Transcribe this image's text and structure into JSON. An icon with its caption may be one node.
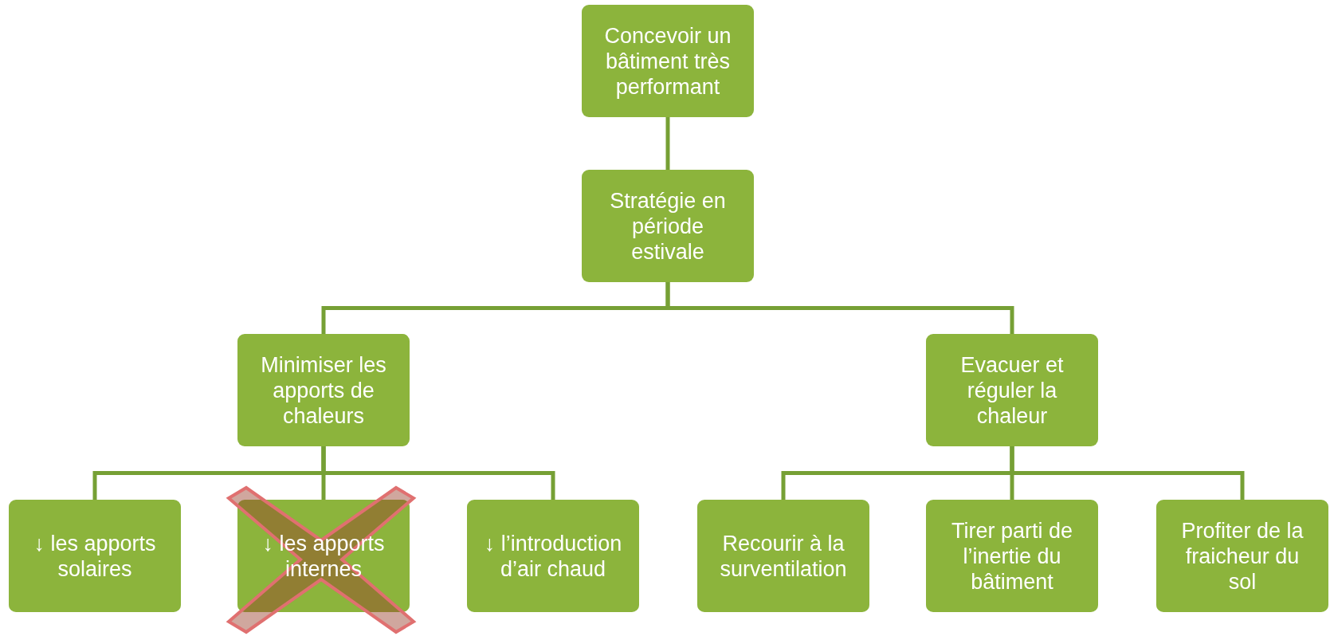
{
  "diagram": {
    "nodes": [
      {
        "text": [
          "Concevoir un bâtiment très performant"
        ]
      },
      {
        "text": [
          "Stratégie en période estivale"
        ]
      },
      {
        "text": [
          "Minimiser les apports de chaleurs"
        ]
      },
      {
        "text": [
          "Evacuer et réguler la chaleur"
        ]
      },
      {
        "text": [
          "↓ les apports solaires"
        ]
      },
      {
        "text": [
          "↓ les apports internes"
        ]
      },
      {
        "text": [
          "↓ l’introduction d’air chaud"
        ]
      },
      {
        "text": [
          "Recourir à la surventilation"
        ]
      },
      {
        "text": [
          "Tirer parti de l’inertie du bâtiment"
        ]
      },
      {
        "text": [
          "Profiter de la fraicheur du sol"
        ]
      }
    ],
    "edges": [
      {
        "from": 0,
        "to": 1,
        "arrow": "none"
      },
      {
        "from": 1,
        "to": 2,
        "arrow": "none"
      },
      {
        "from": 1,
        "to": 3,
        "arrow": "none"
      },
      {
        "from": 2,
        "to": 4,
        "arrow": "none"
      },
      {
        "from": 2,
        "to": 5,
        "arrow": "none"
      },
      {
        "from": 2,
        "to": 6,
        "arrow": "none"
      },
      {
        "from": 3,
        "to": 7,
        "arrow": "none"
      },
      {
        "from": 3,
        "to": 8,
        "arrow": "none"
      },
      {
        "from": 3,
        "to": 9,
        "arrow": "none"
      }
    ]
  }
}
